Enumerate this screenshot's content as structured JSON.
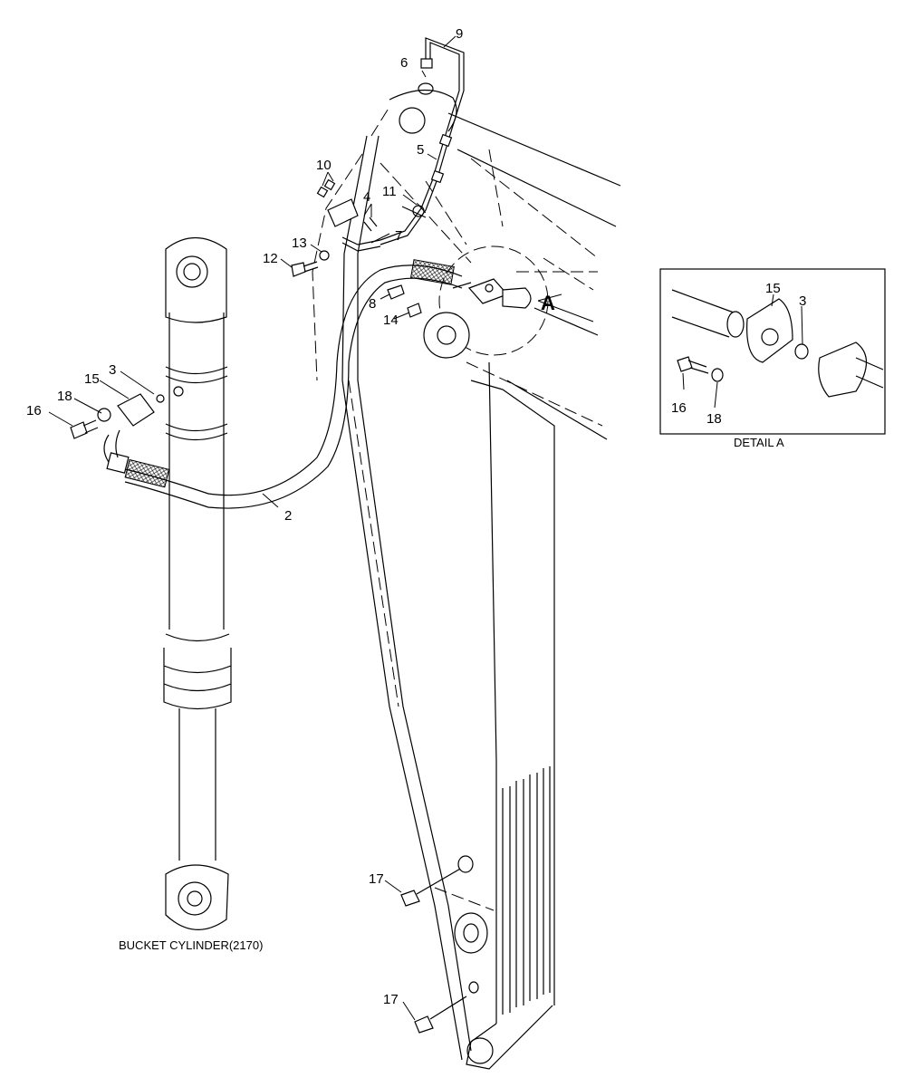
{
  "callouts": {
    "c2": "2",
    "c3_left": "3",
    "c3_detail": "3",
    "c4": "4",
    "c5": "5",
    "c6": "6",
    "c7": "7",
    "c8": "8",
    "c9": "9",
    "c10": "10",
    "c11": "11",
    "c12": "12",
    "c13": "13",
    "c14": "14",
    "c15_left": "15",
    "c15_detail": "15",
    "c16_left": "16",
    "c16_detail": "16",
    "c17_upper": "17",
    "c17_lower": "17",
    "c18_left": "18",
    "c18_detail": "18"
  },
  "detail_marker": "A",
  "detail_caption": "DETAIL  A",
  "component_caption": "BUCKET CYLINDER(2170)"
}
